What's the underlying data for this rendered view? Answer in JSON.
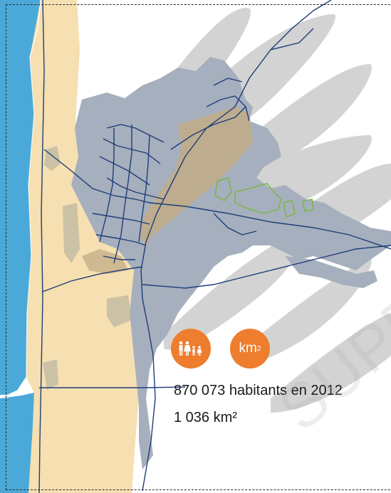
{
  "legend": {
    "population_icon": "people-family-icon",
    "area_label": "km",
    "area_sup": "2"
  },
  "stats": {
    "population": "870 073 habitants en 2012",
    "area": "1 036 km²"
  },
  "watermark": "SUPERIEUR",
  "colors": {
    "ocean": "#4aa9d8",
    "beach": "#f6dfb0",
    "urban": "#a6afbd",
    "industrial": "#c2ac86",
    "roads": "#1e3d78",
    "parks": "#7ab648",
    "badge": "#ee7d2e"
  }
}
